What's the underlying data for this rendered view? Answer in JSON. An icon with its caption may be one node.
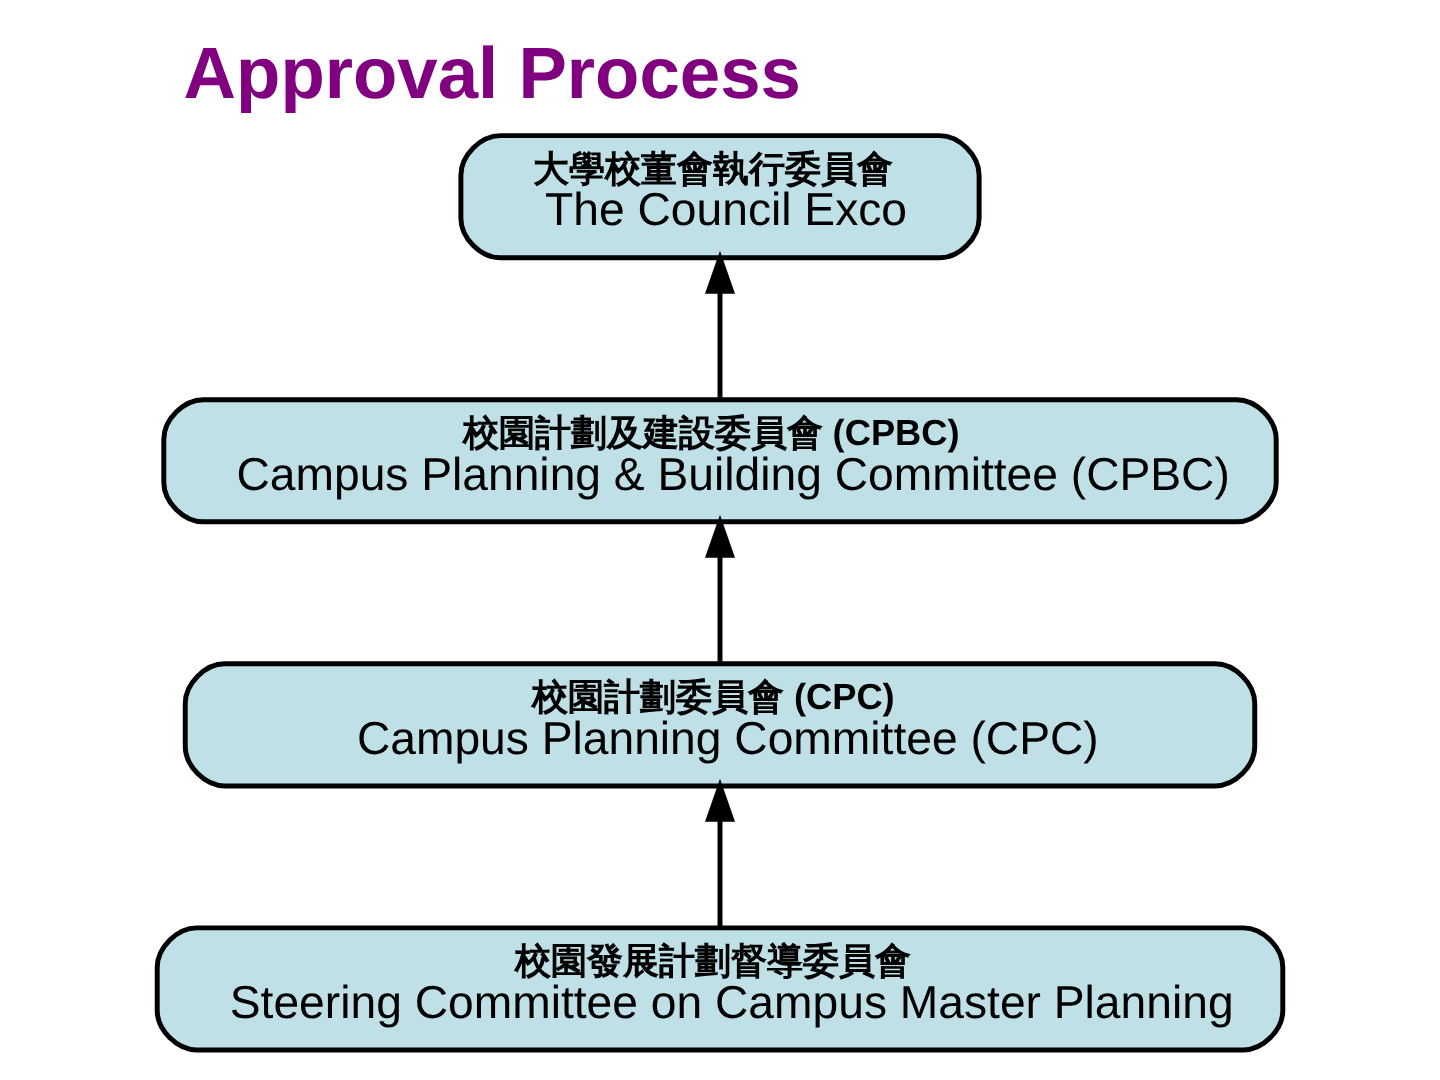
{
  "diagram": {
    "title": "Approval Process",
    "nodes": [
      {
        "text": [
          "大學校董會執行委員會",
          "The Council Exco"
        ]
      },
      {
        "text": [
          "校園計劃及建設委員會 (CPBC)",
          "Campus Planning & Building Committee (CPBC)"
        ]
      },
      {
        "text": [
          "校園計劃委員會 (CPC)",
          "Campus Planning Committee (CPC)"
        ]
      },
      {
        "text": [
          "校園發展計劃督導委員會",
          "Steering Committee on Campus Master Planning"
        ]
      }
    ],
    "edges": [
      {
        "from": 3,
        "to": 2,
        "arrow": "to"
      },
      {
        "from": 2,
        "to": 1,
        "arrow": "to"
      },
      {
        "from": 1,
        "to": 0,
        "arrow": "to"
      }
    ]
  }
}
